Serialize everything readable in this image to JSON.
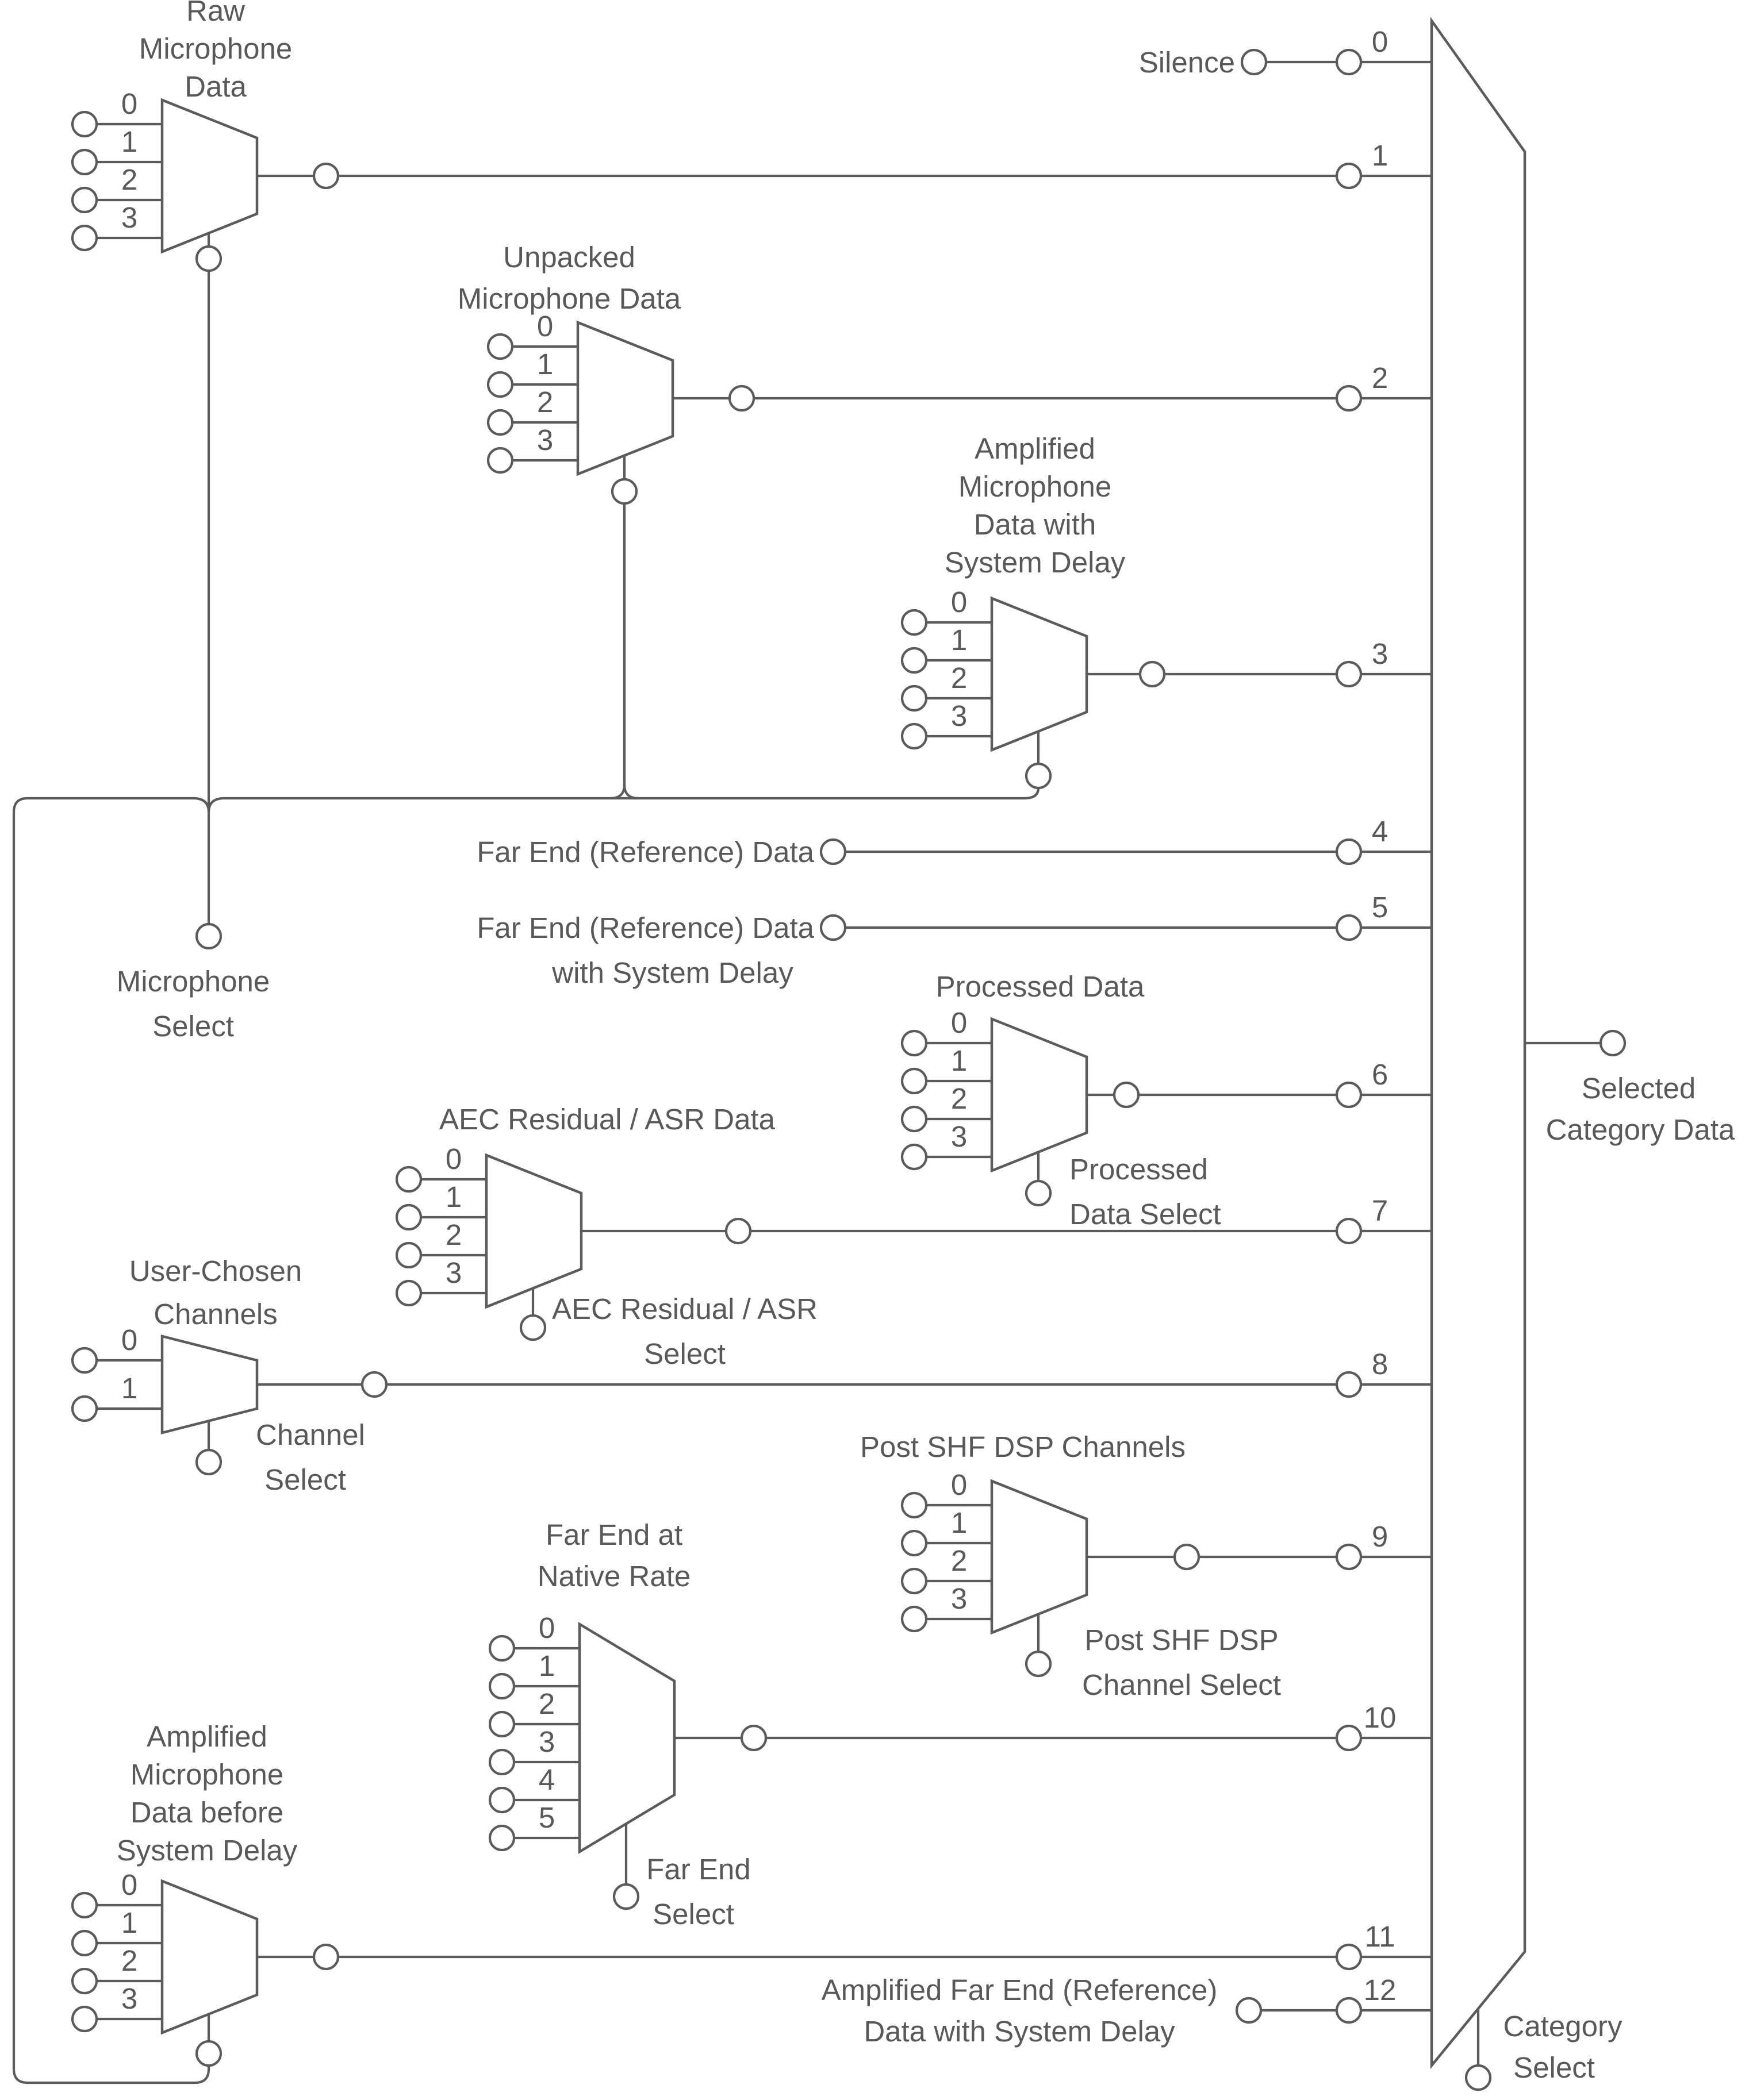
{
  "muxes": {
    "raw": {
      "title": [
        "Raw",
        "Microphone",
        "Data"
      ],
      "inputs": [
        "0",
        "1",
        "2",
        "3"
      ]
    },
    "unpacked": {
      "title": [
        "Unpacked",
        "Microphone Data"
      ],
      "inputs": [
        "0",
        "1",
        "2",
        "3"
      ]
    },
    "amplified_delay": {
      "title": [
        "Amplified",
        "Microphone",
        "Data with",
        "System Delay"
      ],
      "inputs": [
        "0",
        "1",
        "2",
        "3"
      ]
    },
    "processed": {
      "title": [
        "Processed Data"
      ],
      "inputs": [
        "0",
        "1",
        "2",
        "3"
      ],
      "select": [
        "Processed",
        "Data Select"
      ]
    },
    "aec": {
      "title": [
        "AEC Residual / ASR Data"
      ],
      "inputs": [
        "0",
        "1",
        "2",
        "3"
      ],
      "select": [
        "AEC Residual / ASR",
        "Select"
      ]
    },
    "user_chosen": {
      "title": [
        "User-Chosen",
        "Channels"
      ],
      "inputs": [
        "0",
        "1"
      ],
      "select": [
        "Channel",
        "Select"
      ]
    },
    "post_shf": {
      "title": [
        "Post SHF DSP Channels"
      ],
      "inputs": [
        "0",
        "1",
        "2",
        "3"
      ],
      "select": [
        "Post SHF DSP",
        "Channel Select"
      ]
    },
    "far_end_native": {
      "title": [
        "Far End at",
        "Native Rate"
      ],
      "inputs": [
        "0",
        "1",
        "2",
        "3",
        "4",
        "5"
      ],
      "select": [
        "Far End",
        "Select"
      ]
    },
    "amplified_before": {
      "title": [
        "Amplified",
        "Microphone",
        "Data before",
        "System Delay"
      ],
      "inputs": [
        "0",
        "1",
        "2",
        "3"
      ]
    }
  },
  "selects": {
    "microphone": [
      "Microphone",
      "Select"
    ],
    "category": [
      "Category",
      "Select"
    ]
  },
  "sources": {
    "silence": "Silence",
    "far_end_ref": "Far End (Reference) Data",
    "far_end_ref_delay": [
      "Far End (Reference) Data",
      "with System Delay"
    ],
    "amplified_far_end": [
      "Amplified Far End (Reference)",
      "Data with System Delay"
    ]
  },
  "category_mux": {
    "inputs": [
      "0",
      "1",
      "2",
      "3",
      "4",
      "5",
      "6",
      "7",
      "8",
      "9",
      "10",
      "11",
      "12"
    ],
    "output": [
      "Selected",
      "Category Data"
    ]
  },
  "colors": {
    "line": "#5b5b5b",
    "text": "#58595b",
    "background": "#ffffff"
  }
}
